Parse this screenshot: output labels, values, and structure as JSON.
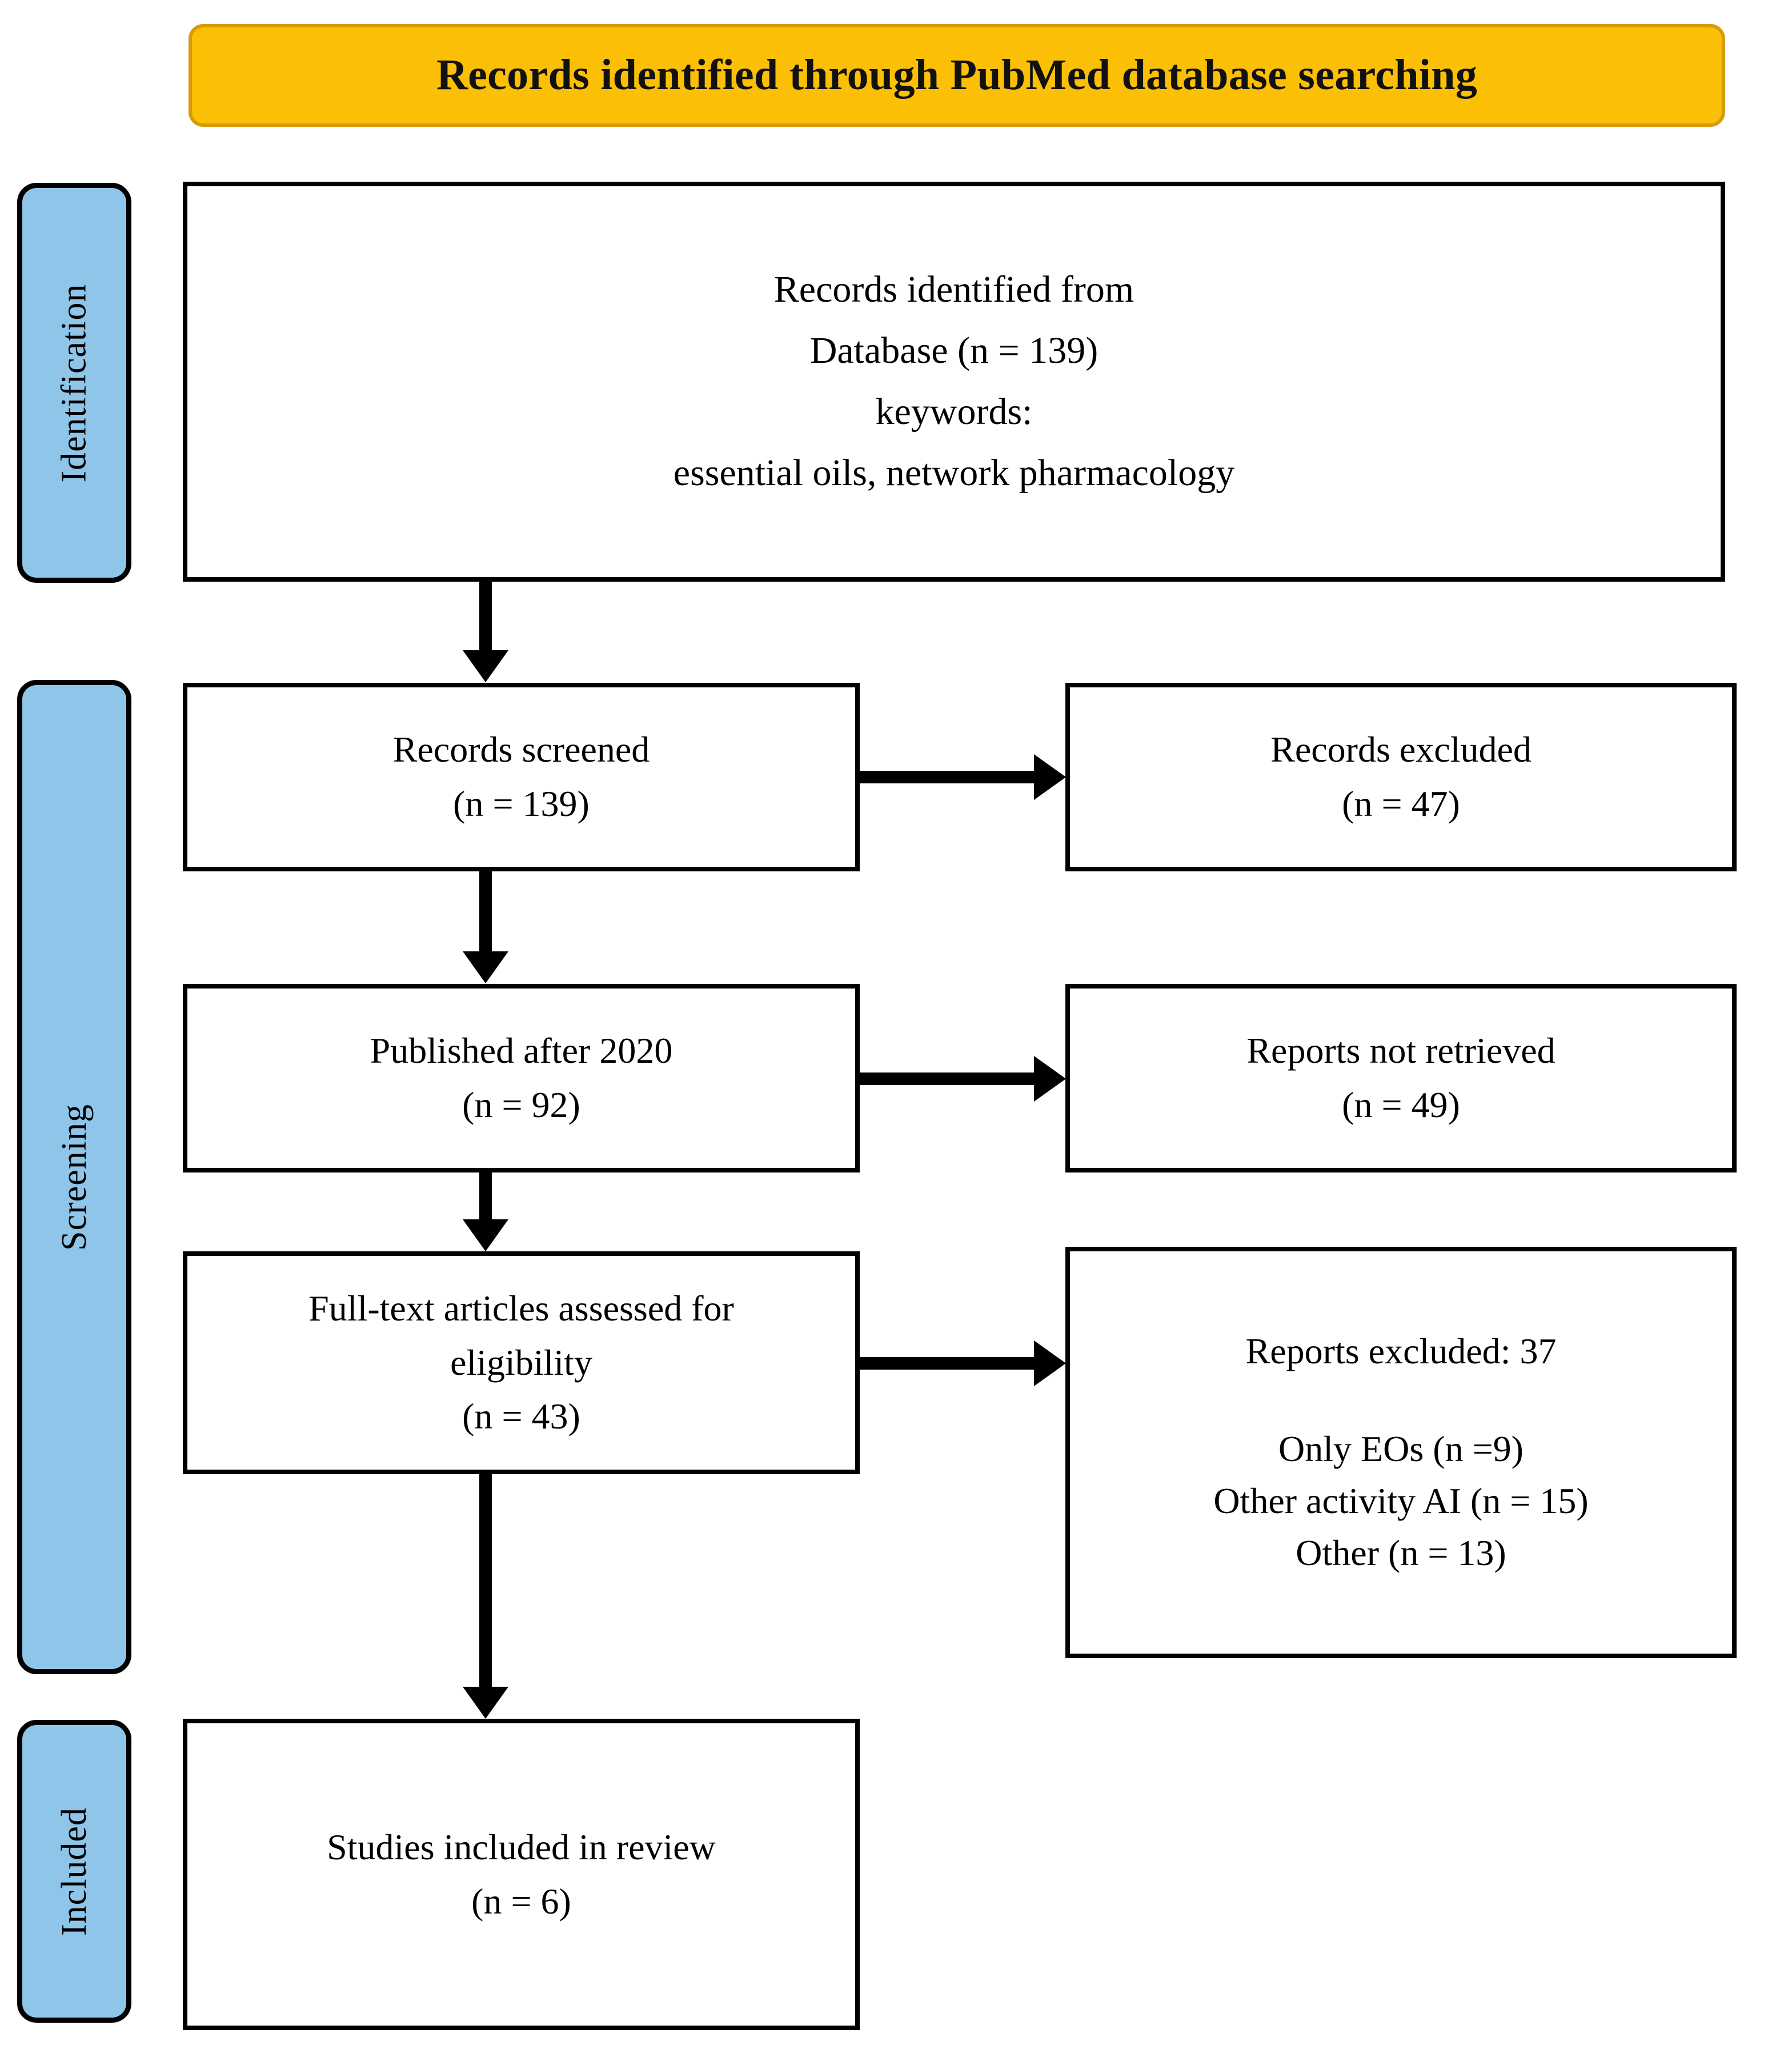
{
  "diagram": {
    "type": "prisma-flow-diagram",
    "header": {
      "title": "Records identified through PubMed database searching"
    },
    "stages": [
      {
        "id": "identification",
        "label": "Identification"
      },
      {
        "id": "screening",
        "label": "Screening"
      },
      {
        "id": "included",
        "label": "Included"
      }
    ],
    "boxes": {
      "identified": {
        "lines": [
          "Records identified from",
          "Database (n = 139)",
          "keywords:",
          "essential oils, network pharmacology"
        ]
      },
      "screened": {
        "lines": [
          "Records screened",
          "(n = 139)"
        ]
      },
      "records_excluded": {
        "lines": [
          "Records excluded",
          "(n = 47)"
        ]
      },
      "published": {
        "lines": [
          "Published after 2020",
          "(n = 92)"
        ]
      },
      "not_retrieved": {
        "lines": [
          "Reports not retrieved",
          "(n = 49)"
        ]
      },
      "fulltext": {
        "lines": [
          "Full-text articles assessed for",
          "eligibility",
          "(n = 43)"
        ]
      },
      "reports_excluded": {
        "heading": "Reports excluded: 37",
        "lines": [
          "Only EOs (n =9)",
          "Other activity AI (n = 15)",
          "Other (n = 13)"
        ]
      },
      "included": {
        "lines": [
          "Studies included in review",
          "(n = 6)"
        ]
      }
    },
    "colors": {
      "header_fill": "#FBBF05",
      "header_border": "#D79A0A",
      "stage_fill": "#8FC5E8",
      "box_border": "#000000",
      "box_fill": "#FFFFFF",
      "arrow": "#000000"
    }
  }
}
